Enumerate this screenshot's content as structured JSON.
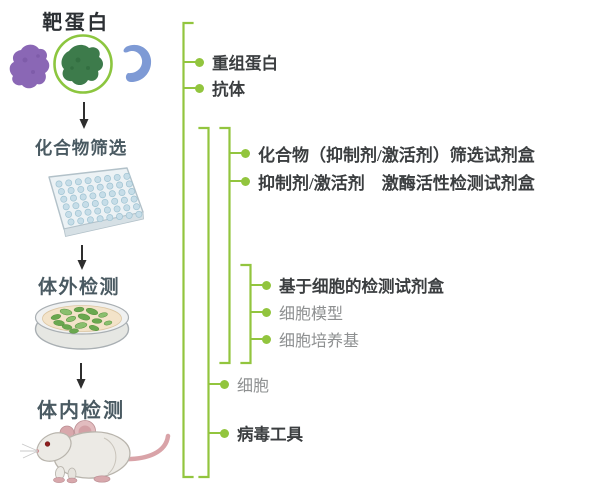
{
  "palette": {
    "green": "#92c53e",
    "dark_text": "#3b3e40",
    "gray_text": "#8e9091",
    "slate_text": "#4a5a62",
    "black_text": "#2c3034"
  },
  "stages": [
    {
      "id": "target-protein",
      "label": "靶蛋白"
    },
    {
      "id": "compound-screening",
      "label": "化合物筛选"
    },
    {
      "id": "in-vitro-assay",
      "label": "体外检测"
    },
    {
      "id": "in-vivo-assay",
      "label": "体内检测"
    }
  ],
  "branches": {
    "items": [
      {
        "label": "重组蛋白",
        "emphasis": "bold"
      },
      {
        "label": "抗体",
        "emphasis": "bold"
      },
      {
        "label": "化合物（抑制剂/激活剂）筛选试剂盒",
        "emphasis": "bold"
      },
      {
        "label": "抑制剂/激活剂　激酶活性检测试剂盒",
        "emphasis": "bold"
      },
      {
        "label": "基于细胞的检测试剂盒",
        "emphasis": "bold"
      },
      {
        "label": "细胞模型",
        "emphasis": "gray"
      },
      {
        "label": "细胞培养基",
        "emphasis": "gray"
      },
      {
        "label": "细胞",
        "emphasis": "gray"
      },
      {
        "label": "病毒工具",
        "emphasis": "bold"
      }
    ]
  },
  "illustrations": [
    "purple-protein-icon",
    "green-protein-icon",
    "blue-protein-icon",
    "well-plate-icon",
    "petri-dish-icon",
    "mouse-icon",
    "arrow-down-icon"
  ]
}
